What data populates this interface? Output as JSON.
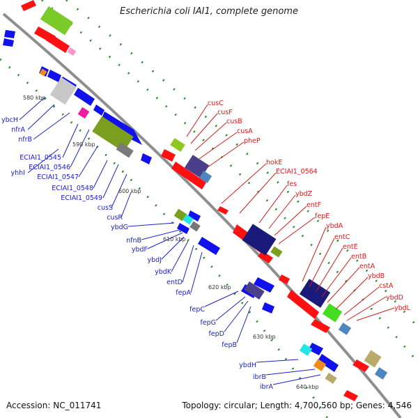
{
  "title": "Escherichia coli IAI1, complete genome",
  "footer": {
    "accession": "Accession: NC_011741",
    "summary": "Topology: circular; Length: 4,700,560 bp; Genes: 4,546"
  },
  "scale_labels": [
    "580 kbp",
    "590 kbp",
    "600 kbp",
    "610 kbp",
    "620 kbp",
    "630 kbp",
    "640 kbp"
  ],
  "labels_blue": [
    "ybcH",
    "nfrA",
    "nfrB",
    "ECIAI1_0545",
    "yhhI",
    "ECIAI1_0546",
    "ECIAI1_0547",
    "ECIAI1_0548",
    "ECIAI1_0549",
    "cusS",
    "cusR",
    "ybdG",
    "nfnB",
    "ybdF",
    "ybdJ",
    "ybdK",
    "entD",
    "fepA",
    "fepC",
    "fepG",
    "fepD",
    "fepB",
    "ybdH",
    "ibrB",
    "ibrA"
  ],
  "labels_red": [
    "cusC",
    "cusF",
    "cusB",
    "cusA",
    "pheP",
    "hokE",
    "ECIAI1_0564",
    "fes",
    "ybdZ",
    "entF",
    "fepE",
    "ybdA",
    "entC",
    "entE",
    "entB",
    "entA",
    "ybdB",
    "cstA",
    "ybdD",
    "ybdL"
  ],
  "colors": {
    "backbone": "#8e8e8e",
    "forward": "#ff1111",
    "reverse": "#1111ee",
    "blue_label": "#1a22c8",
    "red_label": "#d41a1a",
    "tick": "#2a8a2a"
  }
}
